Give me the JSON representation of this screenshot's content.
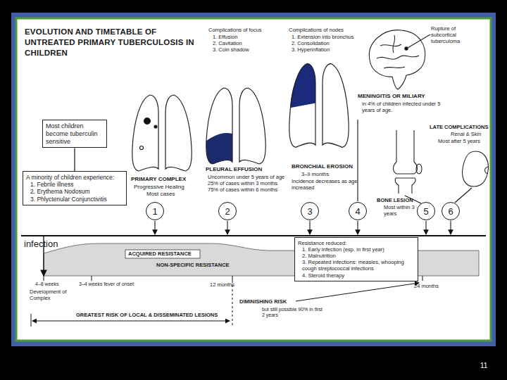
{
  "diagram": {
    "title": "EVOLUTION AND TIMETABLE OF UNTREATED PRIMARY TUBERCULOSIS IN CHILDREN",
    "nodes": [
      {
        "text": [
          "Most children become tuberculin sensitive"
        ]
      },
      {
        "text": [
          "A minority of children experience:",
          "1. Febrile illness",
          "2. Erythema Nodosum",
          "3. Phlyctenular Conjunctivitis"
        ]
      },
      {
        "text": [
          "1"
        ]
      },
      {
        "text": [
          "2"
        ]
      },
      {
        "text": [
          "3"
        ]
      },
      {
        "text": [
          "4"
        ]
      },
      {
        "text": [
          "5"
        ]
      },
      {
        "text": [
          "6"
        ]
      },
      {
        "text": [
          "Resistance reduced:",
          "1. Early infection (esp. in first year)",
          "2. Malnutrition",
          "3. Repeated infections: measles, whooping cough streptococcal infections",
          "4. Steroid therapy"
        ]
      }
    ],
    "edges": [
      {
        "from": 0,
        "to": 1,
        "arrow": "none"
      }
    ],
    "labels": [
      "Complications of focus",
      "1. Effusion",
      "2. Cavitation",
      "3. Coin shadow",
      "Complications of nodes",
      "1. Extension into bronchus",
      "2. Consolidation",
      "3. Hyperinflation",
      "Rupture of subcortical tuberculoma",
      "MENINGITIS OR MILIARY",
      "in 4% of children infected under 5 years of age.",
      "LATE COMPLICATIONS",
      "Renal & Skin",
      "Most after 5 years",
      "PRIMARY COMPLEX",
      "Progressive Healing",
      "Most cases",
      "PLEURAL EFFUSION",
      "Uncommon under 5 years of age",
      "25% of cases within 3 months",
      "75% of cases within 6 months",
      "BRONCHIAL EROSION",
      "3–9 months",
      "Incidence decreases as age increased",
      "BONE LESION",
      "Most within 3 years",
      "infection",
      "ACQUIRED RESISTANCE",
      "NON-SPECIFIC RESISTANCE",
      "4–8 weeks",
      "3–4 weeks fever of onset",
      "12 months",
      "24 months",
      "Development of Complex",
      "GREATEST RISK OF LOCAL & DISSEMINATED LESIONS",
      "DIMINISHING RISK",
      "but still possible 90% in first 2 years",
      "11"
    ]
  }
}
